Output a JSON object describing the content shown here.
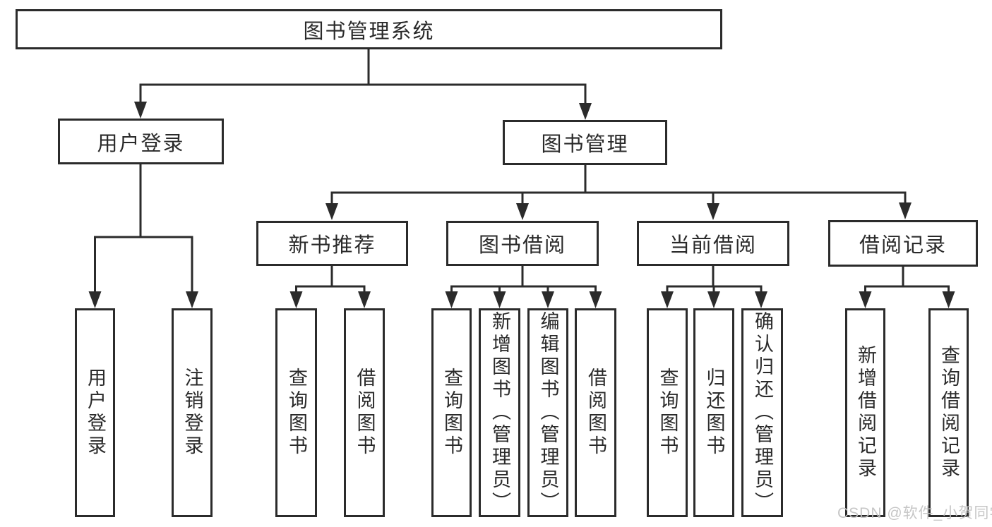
{
  "diagram_title": "图书管理系统",
  "tree": {
    "root": {
      "label": "图书管理系统"
    },
    "branches": [
      {
        "label": "用户登录",
        "leaves": [
          {
            "label": "用户登录"
          },
          {
            "label": "注销登录"
          }
        ]
      },
      {
        "label": "图书管理",
        "sections": [
          {
            "label": "新书推荐",
            "leaves": [
              {
                "label": "查询图书"
              },
              {
                "label": "借阅图书"
              }
            ]
          },
          {
            "label": "图书借阅",
            "leaves": [
              {
                "label": "查询图书"
              },
              {
                "label": "新增图书（管理员）"
              },
              {
                "label": "编辑图书（管理员）"
              },
              {
                "label": "借阅图书"
              }
            ]
          },
          {
            "label": "当前借阅",
            "leaves": [
              {
                "label": "查询图书"
              },
              {
                "label": "归还图书"
              },
              {
                "label": "确认归还（管理员）"
              }
            ]
          },
          {
            "label": "借阅记录",
            "leaves": [
              {
                "label": "新增借阅记录"
              },
              {
                "label": "查询借阅记录"
              }
            ]
          }
        ]
      }
    ]
  },
  "watermark": {
    "text": "CSDN @软件_小贺同学"
  },
  "colors": {
    "line": "#2b2b2b",
    "border": "#2b2b2b",
    "text": "#2a2a2a",
    "background": "#ffffff",
    "watermark": "#c3c3c3"
  }
}
